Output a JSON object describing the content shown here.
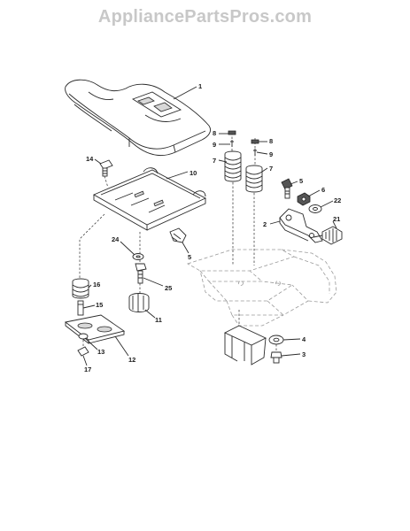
{
  "watermark": "AppliancePartsPros.com",
  "callouts": {
    "c1": "1",
    "c2": "2",
    "c3": "3",
    "c4": "4",
    "c5a": "5",
    "c5b": "5",
    "c6": "6",
    "c7a": "7",
    "c7b": "7",
    "c8a": "8",
    "c8b": "8",
    "c9a": "9",
    "c9b": "9",
    "c10": "10",
    "c11": "11",
    "c12": "12",
    "c13": "13",
    "c14": "14",
    "c15": "15",
    "c16": "16",
    "c17": "17",
    "c21": "21",
    "c22": "22",
    "c24": "24",
    "c25": "25"
  },
  "colors": {
    "watermark": "#c8c8c8",
    "ink": "#2a2a2a",
    "ghost": "#9a9a9a"
  }
}
